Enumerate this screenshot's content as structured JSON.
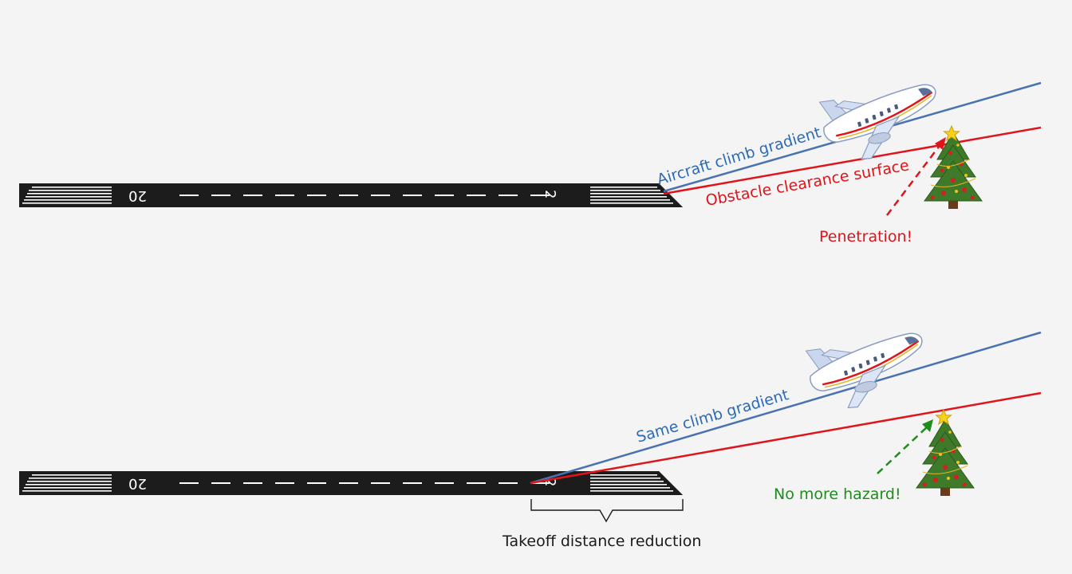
{
  "top_scenario": {
    "climb_label": "Aircraft climb gradient",
    "obstacle_label": "Obstacle clearance surface",
    "result_label": "Penetration!"
  },
  "bottom_scenario": {
    "climb_label": "Same climb gradient",
    "result_label": "No more hazard!",
    "reduction_label": "Takeoff distance reduction"
  },
  "runway": {
    "number_left": "20",
    "number_right": "2"
  },
  "colors": {
    "climb_line": "#4a72b0",
    "obstacle_line": "#e0141b",
    "penetration_text": "#e0141b",
    "safe_text": "#1e8c1e",
    "runway": "#1c1c1c",
    "background": "#f4f4f4"
  },
  "icons": [
    "jet-airplane-icon",
    "christmas-tree-icon",
    "star-icon"
  ]
}
